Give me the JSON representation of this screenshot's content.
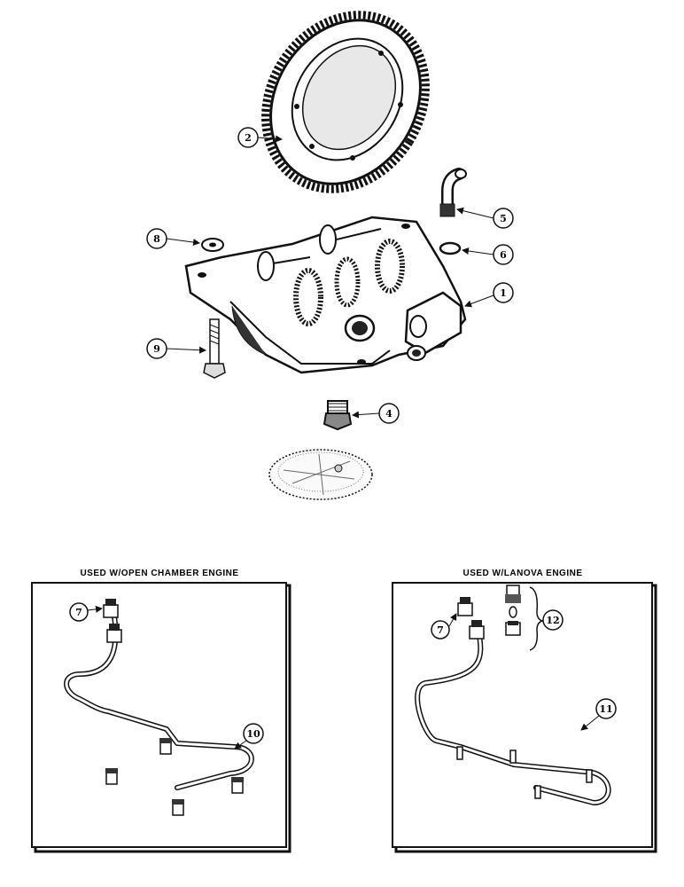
{
  "callouts": {
    "c1": "1",
    "c2": "2",
    "c4": "4",
    "c5": "5",
    "c6": "6",
    "c8": "8",
    "c9": "9",
    "c7a": "7",
    "c10": "10",
    "c7b": "7",
    "c11": "11",
    "c12": "12"
  },
  "panels": {
    "open_chamber": {
      "title": "USED W/OPEN CHAMBER ENGINE"
    },
    "lanova": {
      "title": "USED W/LANOVA ENGINE"
    }
  },
  "colors": {
    "ink": "#111111",
    "paper": "#ffffff",
    "shade": "#555555"
  }
}
